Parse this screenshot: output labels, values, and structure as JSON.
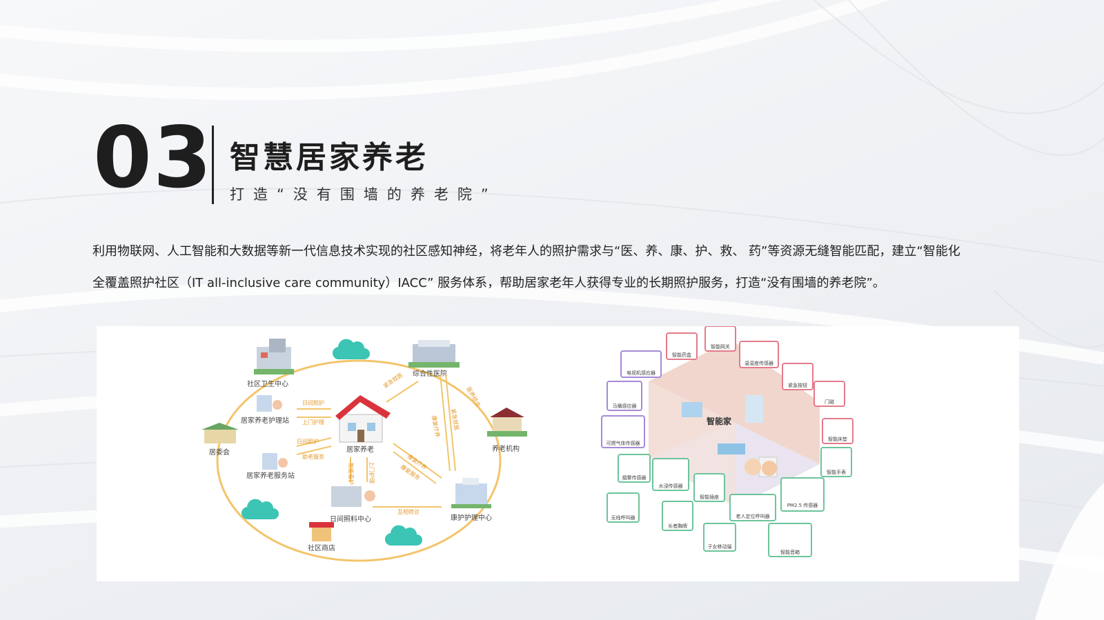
{
  "section": {
    "number": "03",
    "title": "智慧居家养老",
    "subtitle": "打造“没有围墙的养老院”"
  },
  "description": {
    "line1": "利用物联网、人工智能和大数据等新一代信息技术实现的社区感知神经，将老年人的照护需求与“医、养、康、护、救、 药”等资源无缝智能匹配，建立“智能化",
    "line2": "全覆盖照护社区（IT all-inclusive care community）IACC”  服务体系，帮助居家老年人获得专业的长期照护服务，打造“没有围墙的养老院”。"
  },
  "left_diagram": {
    "center": "居家养老",
    "nodes": {
      "community_health": "社区卫生中心",
      "general_hospital": "综合性医院",
      "nursing_org": "养老机构",
      "rehab_center": "康护护理中心",
      "community_shop": "社区商店",
      "day_care": "日间照料中心",
      "neighborhood": "居委会",
      "care_station": "居家养老护理站",
      "service_station": "居家养老服务站"
    },
    "links": {
      "l1": "日间照护",
      "l2": "上门护理",
      "l3": "日间照护",
      "l4": "助老服务",
      "l5": "紧急就医",
      "l6": "医养结合",
      "l7": "康复疗养",
      "l8": "紧急就医",
      "l9": "康复疗养",
      "l10": "康复服务",
      "l11": "互相转诊",
      "l12": "智能看护",
      "l13": "上门护理"
    }
  },
  "right_diagram": {
    "center": "智能家",
    "devices": {
      "d1": "智能药盒",
      "d2": "智能网关",
      "d3": "温湿度传感器",
      "d4": "电视机感应器",
      "d5": "紧急按钮",
      "d6": "门磁",
      "d7": "马桶感应器",
      "d8": "可燃气体传感器",
      "d9": "智能床垫",
      "d10": "烟雾传感器",
      "d11": "水浸传感器",
      "d12": "智能插座",
      "d13": "智能手表",
      "d14": "PM2.5 传感器",
      "d15": "无线呼叫器",
      "d16": "长者胸牌",
      "d17": "老人定位呼叫器",
      "d18": "子女移动端",
      "d19": "智能音箱"
    }
  },
  "colors": {
    "accent": "#f0b443",
    "cloud": "#3cc4b4",
    "device_border_pink": "#e47a8a",
    "device_border_purple": "#a58ad6",
    "device_border_green": "#6cc49a"
  }
}
